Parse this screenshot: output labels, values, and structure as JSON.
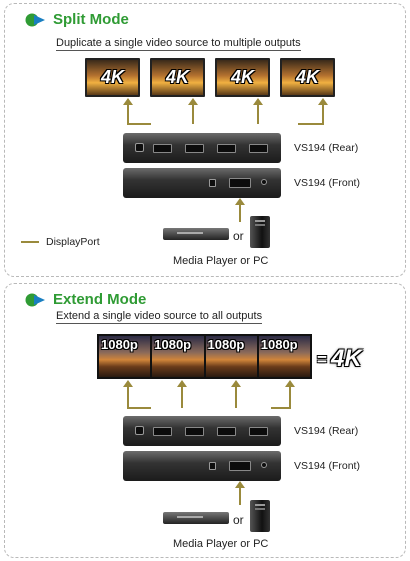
{
  "split": {
    "title": "Split Mode",
    "subtitle": "Duplicate a single video source to multiple outputs",
    "monitor_label": "4K",
    "rear_label": "VS194 (Rear)",
    "front_label": "VS194 (Front)",
    "legend_label": "DisplayPort",
    "or_label": "or",
    "source_label": "Media Player or PC"
  },
  "extend": {
    "title": "Extend Mode",
    "subtitle": "Extend a single video source to all outputs",
    "tile_labels": [
      "1080p",
      "1080p",
      "1080p",
      "1080p"
    ],
    "equals": "=",
    "result_label": "4K",
    "rear_label": "VS194 (Rear)",
    "front_label": "VS194 (Front)",
    "or_label": "or",
    "source_label": "Media Player or PC"
  },
  "colors": {
    "title_green": "#2f9b34",
    "cable": "#9a8a3c",
    "panel_border": "#b9b9b9"
  }
}
